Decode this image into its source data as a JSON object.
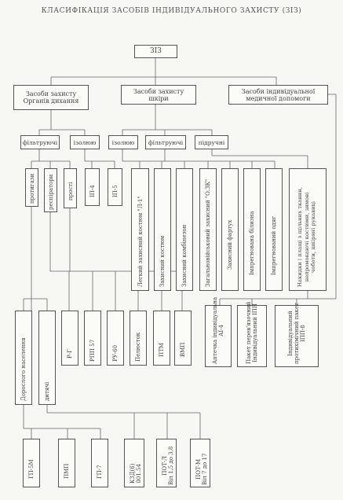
{
  "title": "КЛАСИФІКАЦІЯ ЗАСОБІВ ІНДИВІДУАЛЬНОГО ЗАХИСТУ (ЗІЗ)",
  "root": "ЗІЗ",
  "level1": {
    "respiratory": "Засоби захисту\nОрганів дихання",
    "skin": "Засоби захисту шкіри",
    "medical": "Засоби індивідуальної\nмедичної допомоги"
  },
  "level2": {
    "filtering_resp": "фільтруючі",
    "isolating_resp": "ізолюю",
    "isolating_skin": "ізолюю",
    "filtering_skin": "фільтруючі",
    "improvised": "підручні"
  },
  "level3": {
    "gas_masks": "протигази",
    "respirators": "респіратори",
    "simple": "прості",
    "ip4": "ІП-4",
    "ip5": "ІП-5",
    "l1": "Легкий захисний костюм \"Л-1\"",
    "protective_suit": "Захисний костюм",
    "protective_overall": "Захисний комбінезон",
    "ozk": "Загальновійськовий захисний \"О.ЗК\"",
    "apron": "Захисний фартух",
    "underwear": "Імпрегнована білизна",
    "impregnated": "Імпрегнований одяг",
    "improvised_items": "Накидки і плащі з щільних тканин,\nнепромокаючі костюми, зимові\nчоботи, шкіряні рукавиці"
  },
  "level4": {
    "adult": "Дорослого населення",
    "children": "дитячі",
    "rg": "Р-Г",
    "rpp57": "РПП 57",
    "ru60": "РУ-60",
    "petal": "Пелюсток",
    "ptm": "ПТМ",
    "vmp": "ВМП",
    "ai4": "Аптечка індивідуальна\nАІ-4",
    "ipp": "Пакет перев'язочний\nІндивідуальний ІПП",
    "ipp8": "Індивідуальний\nпротихімічний пакет\nІПП-8"
  },
  "level5": {
    "gp5m": "ГП-5М",
    "pmp": "ПМП",
    "gp7": "ГП-7",
    "kzd6": "КЗД(6)\n001.54",
    "potl": "ПОТ-Л\nВіл 1,5 до 3,8",
    "potm": "ПОТ-М\nВіл 7 до 17"
  }
}
